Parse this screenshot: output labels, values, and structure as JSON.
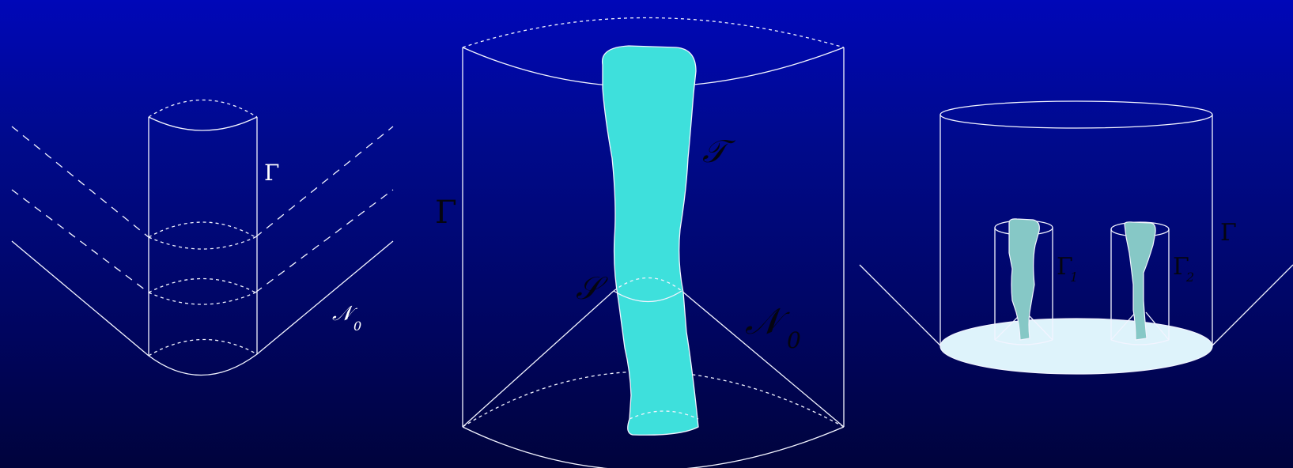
{
  "panels": {
    "left": {
      "label_gamma": "Γ",
      "label_n": "𝒩",
      "label_n_sub": "0"
    },
    "middle": {
      "label_gamma": "Γ",
      "label_t": "𝒯",
      "label_s": "𝒮",
      "label_n": "𝒩",
      "label_n_sub": "0"
    },
    "right": {
      "label_gamma": "Γ",
      "label_gamma1": "Γ",
      "label_gamma1_sub": "1",
      "label_gamma2": "Γ",
      "label_gamma2_sub": "2"
    }
  },
  "colors": {
    "background_top": "#0007b8",
    "background_bottom": "#00033c",
    "tube": "#3ee0dc",
    "small_tube": "#86c8c6",
    "disk": "#def3fb",
    "lines": "#f2f4ff"
  }
}
